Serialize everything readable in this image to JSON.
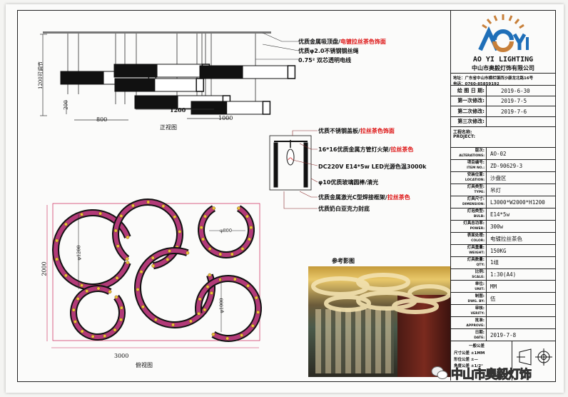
{
  "front_view": {
    "title": "正视图",
    "dim_height": "1200可调节",
    "dim_200": "200",
    "dim_800": "800",
    "dim_1200": "1200",
    "dim_1000": "1000",
    "notes": [
      {
        "main": "优质金属吸顶盘/",
        "red": "电镀拉丝茶色饰面"
      },
      {
        "main": "优质φ2.0不锈钢钢丝绳",
        "red": ""
      },
      {
        "main": "0.75² 双芯透明电线",
        "red": ""
      }
    ]
  },
  "detail_notes": [
    {
      "main": "优质不锈钢盖板/",
      "red": "拉丝茶色饰面"
    },
    {
      "main": "16*16优质金属方管灯火架/",
      "red": "拉丝茶色"
    },
    {
      "main": "DC220V E14*5w LED光源色温3000k",
      "red": ""
    },
    {
      "main": "φ10优质玻璃圆棒/清光",
      "red": ""
    },
    {
      "main": "优质金属激光C型焊接框架/",
      "red": "拉丝茶色"
    },
    {
      "main": "优质奶白亚克力封底",
      "red": ""
    }
  ],
  "top_view": {
    "title": "俯视图",
    "dim_width": "3000",
    "dim_depth": "2000",
    "dim_d1200": "φ1200",
    "dim_d800": "φ800",
    "dim_d1000": "φ1000"
  },
  "reference": {
    "title": "参考影图"
  },
  "title_block": {
    "logo_text": "AOYi",
    "brand": "AO YI LIGHTING",
    "company": "中山市奥毅灯饰有限公司",
    "address": "地址：广东省中山市横栏镇西沙康龙北路16号",
    "phone": "电话：0760-85859192",
    "dates": [
      {
        "label": "绘 图 日 期:",
        "value": "2019-6-30"
      },
      {
        "label": "第一次修改:",
        "value": "2019-7-5"
      },
      {
        "label": "第二次修改:",
        "value": "2019-7-6"
      },
      {
        "label": "第三次修改:",
        "value": ""
      }
    ],
    "project_label": "工程名称:",
    "project_label_en": "PROJECT:",
    "specs": [
      {
        "label": "版次:",
        "en": "ALTERATIONS:",
        "value": "AO-02"
      },
      {
        "label": "项目编号:",
        "en": "ITEM NO.:",
        "value": "ZD-90629-3"
      },
      {
        "label": "安装位置:",
        "en": "LOCATION:",
        "value": "沙盘区"
      },
      {
        "label": "灯具类型:",
        "en": "TYPE:",
        "value": "吊灯"
      },
      {
        "label": "灯具尺寸:",
        "en": "DIMENSION:",
        "value": "L3000*W2000*H1200"
      },
      {
        "label": "灯泡类型:",
        "en": "BULB:",
        "value": "E14*5w"
      },
      {
        "label": "灯具总功率:",
        "en": "POWER:",
        "value": "300w"
      },
      {
        "label": "表面处理:",
        "en": "COLOR:",
        "value": "电镀拉丝茶色"
      },
      {
        "label": "灯具重量:",
        "en": "WEIGHT:",
        "value": "150KG"
      },
      {
        "label": "灯具数量:",
        "en": "QTY:",
        "value": "1组"
      },
      {
        "label": "比例:",
        "en": "SCALE:",
        "value": "1:30(A4)"
      },
      {
        "label": "单位:",
        "en": "UNIT:",
        "value": "MM"
      },
      {
        "label": "制图:",
        "en": "DWG. BY:",
        "value": "伍"
      },
      {
        "label": "审核:",
        "en": "VERITY:",
        "value": ""
      },
      {
        "label": "批准:",
        "en": "APPROVE:",
        "value": ""
      },
      {
        "label": "日期:",
        "en": "DATE:",
        "value": "2019-7-8"
      }
    ],
    "tolerance": {
      "title": "一般公差",
      "size": "尺寸公差  ±1MM",
      "position": "形位公差  ±—",
      "angle": "角度公差  ±1/2°"
    }
  },
  "watermark": "中山市奥毅灯饰",
  "colors": {
    "ring_fill": "#b23a78",
    "dim_red": "#c0392b",
    "note_red": "#dd1111",
    "logo_blue": "#1f6fb8",
    "logo_orange": "#c8803a"
  }
}
